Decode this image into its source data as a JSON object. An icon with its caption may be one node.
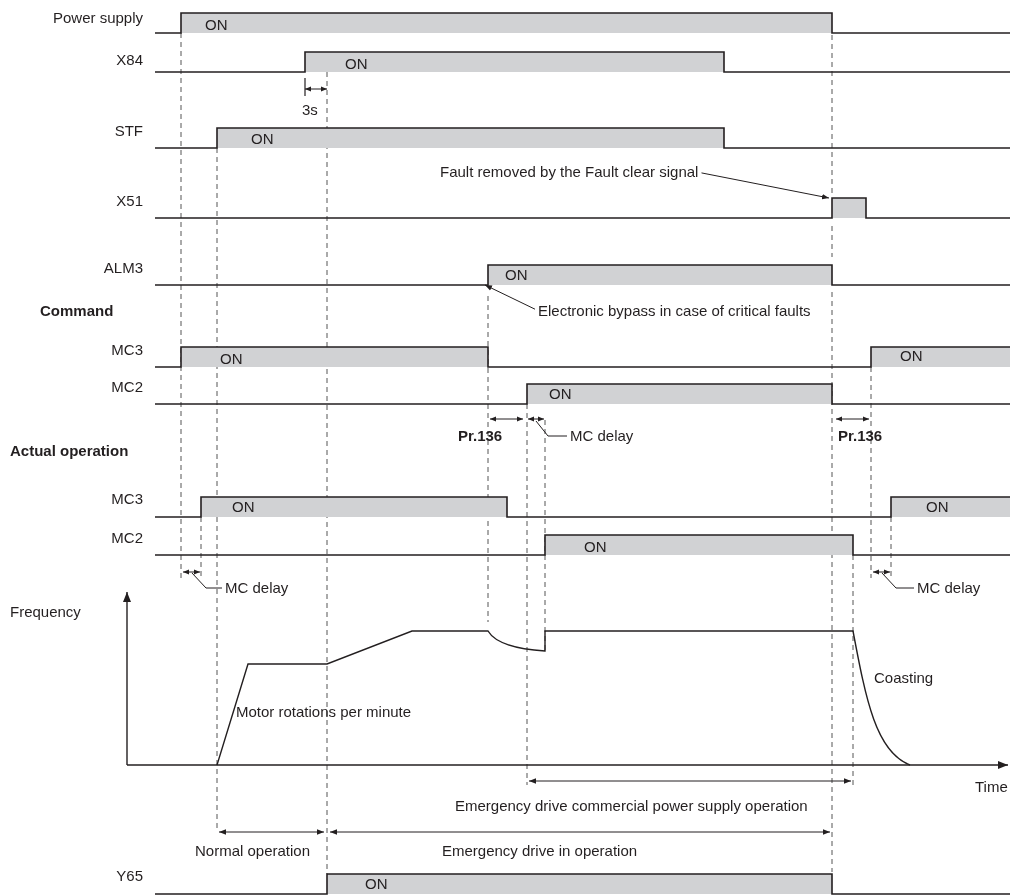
{
  "diagram": {
    "nodes": [
      {
        "text": [
          "Fault removed by the Fault clear signal"
        ]
      },
      {
        "text": [],
        "shape": "bar"
      },
      {
        "text": [
          "Electronic bypass in case of critical faults"
        ]
      },
      {
        "text": [
          "ON"
        ]
      },
      {
        "text": [
          "MC delay"
        ]
      },
      {
        "text": [
          "MC delay"
        ]
      },
      {
        "text": [
          "MC delay"
        ]
      }
    ],
    "edges": [
      {
        "from": 0,
        "to": 1,
        "arrow": "to"
      },
      {
        "from": 2,
        "to": 3,
        "arrow": "to"
      },
      {
        "from": 4,
        "to": null,
        "arrow": "none"
      },
      {
        "from": 5,
        "to": null,
        "arrow": "none"
      },
      {
        "from": 6,
        "to": null,
        "arrow": "none"
      }
    ],
    "labels": [
      "Power supply",
      "ON",
      "X84",
      "ON",
      "3s",
      "STF",
      "ON",
      "X51",
      "ALM3",
      "Command",
      "MC3",
      "ON",
      "ON",
      "MC2",
      "ON",
      "Pr.136",
      "Pr.136",
      "Actual operation",
      "MC3",
      "ON",
      "ON",
      "MC2",
      "ON",
      "Frequency",
      "Motor rotations per minute",
      "Coasting",
      "Time",
      "Emergency drive commercial power supply operation",
      "Normal operation",
      "Emergency drive in operation",
      "Y65",
      "ON"
    ]
  }
}
